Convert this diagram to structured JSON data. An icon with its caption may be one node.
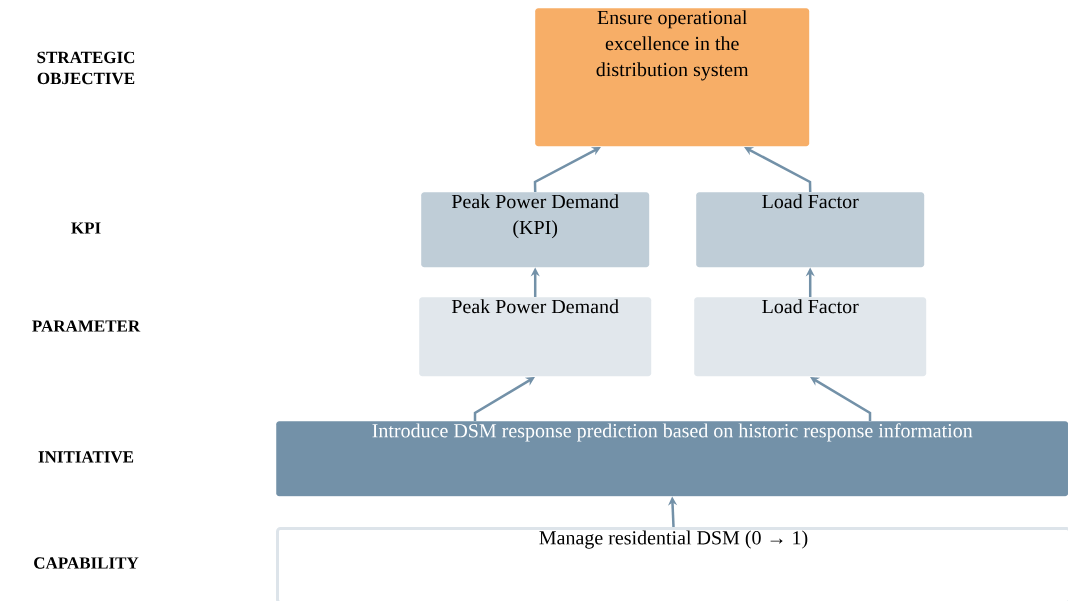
{
  "diagram": {
    "nodes": [
      {
        "text": [
          "Ensure operational excellence in the distribution system"
        ]
      },
      {
        "text": [
          "Peak Power Demand (KPI)"
        ]
      },
      {
        "text": [
          "Load Factor"
        ]
      },
      {
        "text": [
          "Peak Power Demand"
        ]
      },
      {
        "text": [
          "Load Factor"
        ]
      },
      {
        "text": [
          "Introduce DSM response prediction based on historic response information"
        ]
      },
      {
        "text": [
          "Manage residential DSM (0 → 1)"
        ]
      }
    ],
    "edges": [
      {
        "from": 1,
        "to": 0,
        "arrow": "to"
      },
      {
        "from": 2,
        "to": 0,
        "arrow": "to"
      },
      {
        "from": 3,
        "to": 1,
        "arrow": "to"
      },
      {
        "from": 4,
        "to": 2,
        "arrow": "to"
      },
      {
        "from": 5,
        "to": 3,
        "arrow": "to"
      },
      {
        "from": 5,
        "to": 4,
        "arrow": "to"
      },
      {
        "from": 6,
        "to": 5,
        "arrow": "to"
      }
    ],
    "labels": [
      "STRATEGIC OBJECTIVE",
      "KPI",
      "PARAMETER",
      "INITIATIVE",
      "CAPABILITY"
    ]
  }
}
